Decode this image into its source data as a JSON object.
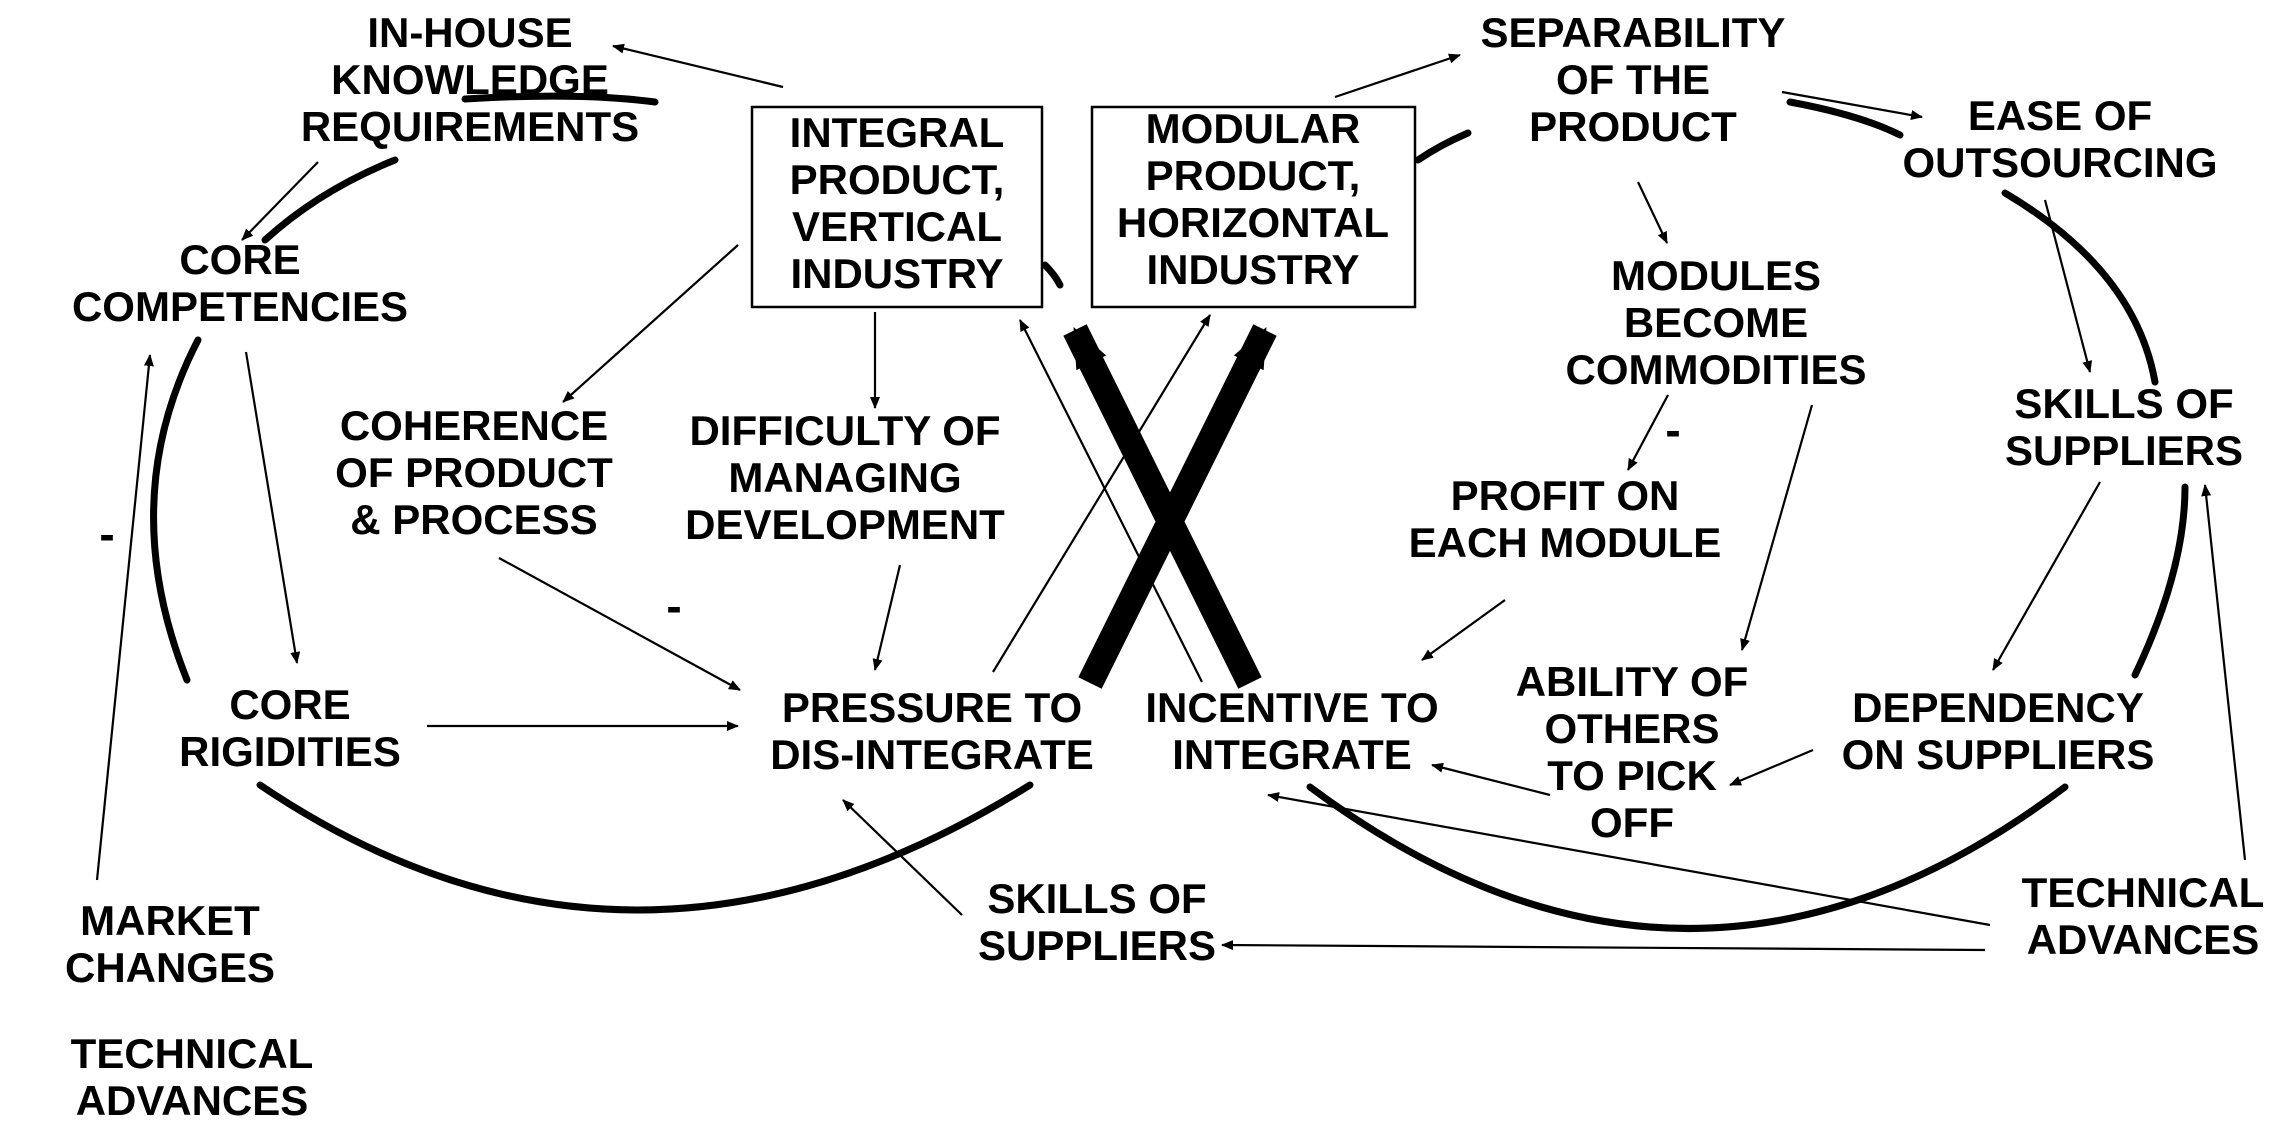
{
  "nodes": {
    "in_house_knowledge": [
      "IN-HOUSE",
      "KNOWLEDGE",
      "REQUIREMENTS"
    ],
    "core_competencies": [
      "CORE",
      "COMPETENCIES"
    ],
    "coherence": [
      "COHERENCE",
      "OF PRODUCT",
      "& PROCESS"
    ],
    "difficulty": [
      "DIFFICULTY OF",
      "MANAGING",
      "DEVELOPMENT"
    ],
    "integral_product": [
      "INTEGRAL",
      "PRODUCT,",
      "VERTICAL",
      "INDUSTRY"
    ],
    "modular_product": [
      "MODULAR",
      "PRODUCT,",
      "HORIZONTAL",
      "INDUSTRY"
    ],
    "separability": [
      "SEPARABILITY",
      "OF THE",
      "PRODUCT"
    ],
    "ease_outsourcing": [
      "EASE OF",
      "OUTSOURCING"
    ],
    "modules_commodities": [
      "MODULES",
      "BECOME",
      "COMMODITIES"
    ],
    "skills_suppliers_right": [
      "SKILLS OF",
      "SUPPLIERS"
    ],
    "profit_module": [
      "PROFIT ON",
      "EACH MODULE"
    ],
    "core_rigidities": [
      "CORE",
      "RIGIDITIES"
    ],
    "pressure_disintegrate": [
      "PRESSURE TO",
      "DIS-INTEGRATE"
    ],
    "incentive_integrate": [
      "INCENTIVE TO",
      "INTEGRATE"
    ],
    "ability_others": [
      "ABILITY OF",
      "OTHERS",
      "TO PICK",
      "OFF"
    ],
    "dependency_suppliers": [
      "DEPENDENCY",
      "ON SUPPLIERS"
    ],
    "skills_suppliers_bottom": [
      "SKILLS OF",
      "SUPPLIERS"
    ],
    "market_changes": [
      "MARKET",
      "CHANGES"
    ],
    "technical_advances_left": [
      "TECHNICAL",
      "ADVANCES"
    ],
    "technical_advances_right": [
      "TECHNICAL",
      "ADVANCES"
    ]
  },
  "signs": {
    "left_loop": "-",
    "coherence_link": "-",
    "commodities_link": "-"
  }
}
